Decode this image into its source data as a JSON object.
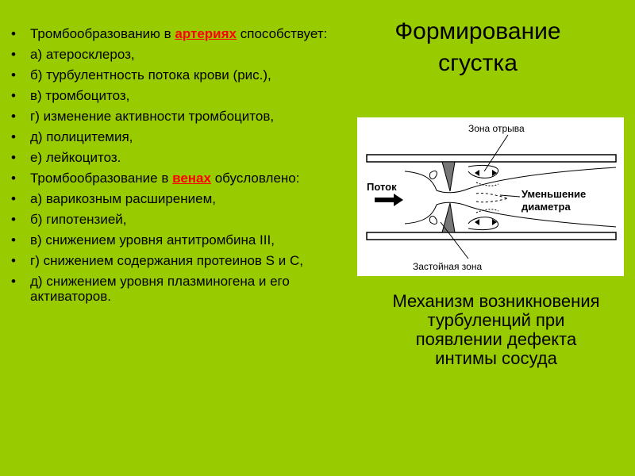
{
  "title": "Формирование сгустка",
  "bullets": [
    {
      "pre": "Тромбообразованию в ",
      "highlight": "артериях",
      "post": " способствует:"
    },
    {
      "pre": "а) атеросклероз,",
      "highlight": "",
      "post": ""
    },
    {
      "pre": "б) турбулентность потока крови (рис.),",
      "highlight": "",
      "post": ""
    },
    {
      "pre": "в) тромбоцитоз,",
      "highlight": "",
      "post": ""
    },
    {
      "pre": "г) изменение активности тромбоцитов,",
      "highlight": "",
      "post": ""
    },
    {
      "pre": "д) полицитемия,",
      "highlight": "",
      "post": ""
    },
    {
      "pre": "е) лейкоцитоз.",
      "highlight": "",
      "post": ""
    },
    {
      "pre": "Тромбообразование в ",
      "highlight": "венах",
      "post": " обусловлено:"
    },
    {
      "pre": "а) варикозным расширением,",
      "highlight": "",
      "post": ""
    },
    {
      "pre": "б) гипотензией,",
      "highlight": "",
      "post": ""
    },
    {
      "pre": "в) снижением уровня антитромбина III,",
      "highlight": "",
      "post": ""
    },
    {
      "pre": "г) снижением содержания протеинов S и C,",
      "highlight": "",
      "post": ""
    },
    {
      "pre": "д) снижением уровня плазминогена и его активаторов.",
      "highlight": "",
      "post": ""
    }
  ],
  "bullet_symbol": "•",
  "figure": {
    "zone_break_label": "Зона отрыва",
    "flow_label": "Поток",
    "diameter_label_line1": "Уменьшение",
    "diameter_label_line2": "диаметра",
    "stagnant_label": "Застойная зона"
  },
  "caption": "Механизм возникновения турбуленций при появлении дефекта интимы сосуда",
  "colors": {
    "background": "#99cc00",
    "highlight": "#ff0000"
  }
}
